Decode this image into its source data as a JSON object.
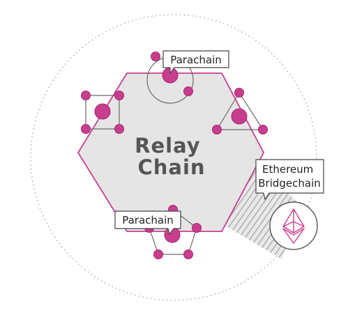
{
  "diagram": {
    "center_label": {
      "line1": "Relay",
      "line2": "Chain"
    },
    "callouts": {
      "parachain_top": "Parachain",
      "parachain_bottom": "Parachain",
      "bridge_line1": "Ethereum",
      "bridge_line2": "Bridgechain"
    },
    "icons": {
      "bridge": "ethereum-diamond-icon"
    },
    "colors": {
      "accent": "#c83e8e",
      "accent_dark": "#a8266f",
      "hexagon_fill": "#e5e5e5",
      "outline_dark": "#6a6a6a",
      "outer_ring": "#b5b5b5",
      "stripe": "#9a9a9a"
    }
  }
}
